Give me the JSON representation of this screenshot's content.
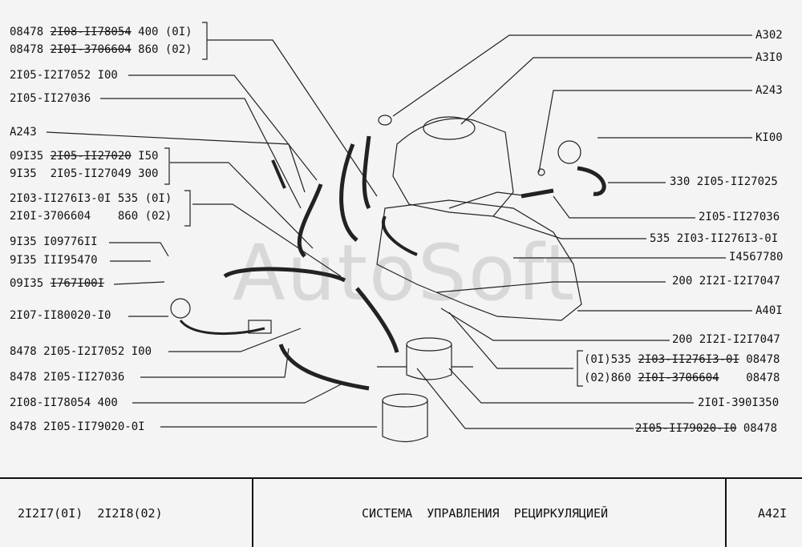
{
  "watermark": "AutoSoft",
  "left_labels": [
    {
      "a": "08478 ",
      "s": "2I08-II78054",
      "b": " 400 (0I)"
    },
    {
      "a": "08478 ",
      "s": "2I0I-3706604",
      "b": " 860 (02)"
    },
    {
      "a": "2I05-I2I7052 I00",
      "s": "",
      "b": ""
    },
    {
      "a": "2I05-II27036",
      "s": "",
      "b": ""
    },
    {
      "a": "A243",
      "s": "",
      "b": ""
    },
    {
      "a": "09I35 ",
      "s": "2I05-II27020",
      "b": " I50"
    },
    {
      "a": "9I35  2I05-II27049 300",
      "s": "",
      "b": ""
    },
    {
      "a": "2I03-II276I3-0I 535 (0I)",
      "s": "",
      "b": ""
    },
    {
      "a": "2I0I-3706604    860 (02)",
      "s": "",
      "b": ""
    },
    {
      "a": "9I35 I09776II",
      "s": "",
      "b": ""
    },
    {
      "a": "9I35 III95470",
      "s": "",
      "b": ""
    },
    {
      "a": "09I35 ",
      "s": "I767I00I",
      "b": ""
    },
    {
      "a": "2I07-II80020-I0",
      "s": "",
      "b": ""
    },
    {
      "a": "8478 2I05-I2I7052 I00",
      "s": "",
      "b": ""
    },
    {
      "a": "8478 2I05-II27036",
      "s": "",
      "b": ""
    },
    {
      "a": "2I08-II78054 400",
      "s": "",
      "b": ""
    },
    {
      "a": "8478 2I05-II79020-0I",
      "s": "",
      "b": ""
    }
  ],
  "right_labels": [
    {
      "a": "A302",
      "s": "",
      "b": ""
    },
    {
      "a": "A3I0",
      "s": "",
      "b": ""
    },
    {
      "a": "A243",
      "s": "",
      "b": ""
    },
    {
      "a": "KI00",
      "s": "",
      "b": ""
    },
    {
      "a": "330 2I05-II27025",
      "s": "",
      "b": ""
    },
    {
      "a": "2I05-II27036",
      "s": "",
      "b": ""
    },
    {
      "a": "535 2I03-II276I3-0I",
      "s": "",
      "b": ""
    },
    {
      "a": "I4567780",
      "s": "",
      "b": ""
    },
    {
      "a": "200 2I2I-I2I7047",
      "s": "",
      "b": ""
    },
    {
      "a": "A40I",
      "s": "",
      "b": ""
    },
    {
      "a": "200 2I2I-I2I7047",
      "s": "",
      "b": ""
    },
    {
      "a": "(0I)535 ",
      "s": "2I03-II276I3-0I",
      "b": " 08478"
    },
    {
      "a": "(02)860 ",
      "s": "2I0I-3706604",
      "b": "    08478"
    },
    {
      "a": "2I0I-390I350",
      "s": "",
      "b": ""
    },
    {
      "a": "",
      "s": "2I05-II79020-I0",
      "b": " 08478"
    }
  ],
  "footer": {
    "models": "2I2I7(0I)  2I2I8(02)",
    "title": "СИСТЕМА  УПРАВЛЕНИЯ  РЕЦИРКУЛЯЦИЕЙ",
    "page": "A42I"
  }
}
